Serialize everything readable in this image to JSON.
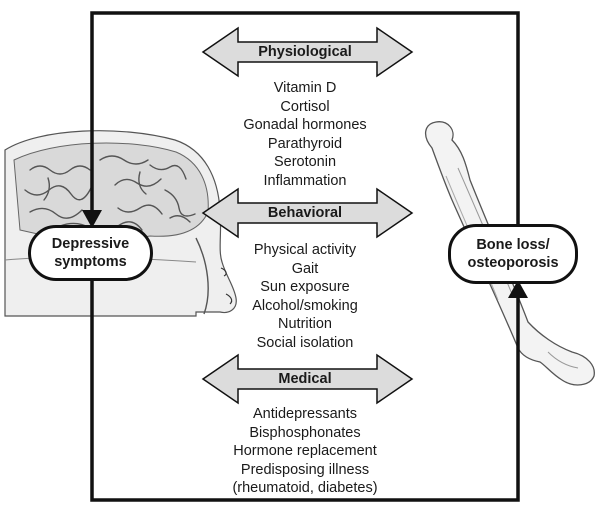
{
  "nodes": {
    "depressive": {
      "line1": "Depressive",
      "line2": "symptoms"
    },
    "bone": {
      "line1": "Bone loss/",
      "line2": "osteoporosis"
    }
  },
  "bands": [
    {
      "label": "Physiological",
      "items": [
        "Vitamin D",
        "Cortisol",
        "Gonadal hormones",
        "Parathyroid",
        "Serotonin",
        "Inflammation"
      ]
    },
    {
      "label": "Behavioral",
      "items": [
        "Physical activity",
        "Gait",
        "Sun exposure",
        "Alcohol/smoking",
        "Nutrition",
        "Social isolation"
      ]
    },
    {
      "label": "Medical",
      "items": [
        "Antidepressants",
        "Bisphosphonates",
        "Hormone replacement",
        "Predisposing illness",
        "(rheumatoid, diabetes)"
      ]
    }
  ],
  "colors": {
    "arrow_fill": "#dcdcdc",
    "line": "#111111"
  },
  "illustrations": [
    "brain-illustration",
    "femur-bone-illustration"
  ]
}
